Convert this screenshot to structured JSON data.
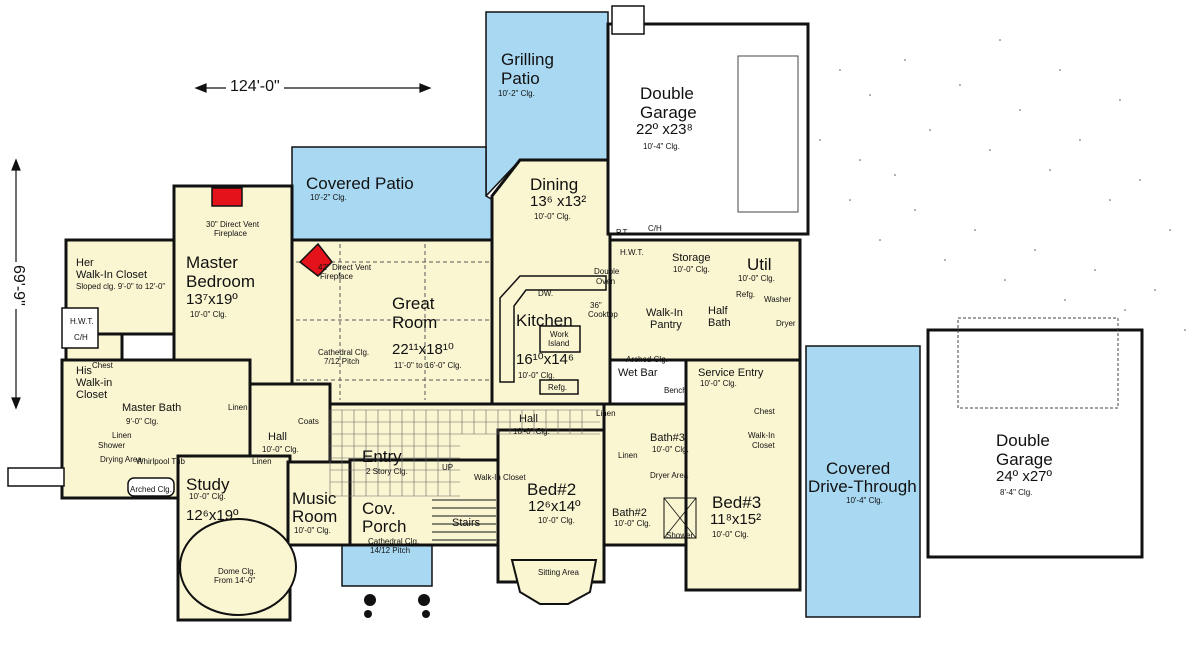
{
  "colors": {
    "room_fill": "#fbf6d2",
    "patio_fill": "#a9d9f2",
    "garage_fill": "#ffffff",
    "wall": "#111111",
    "fireplace": "#e3121b"
  },
  "overall": {
    "width": "124'-0\"",
    "depth": "69'-9\""
  },
  "rooms": {
    "grilling_patio": {
      "name1": "Grilling",
      "name2": "Patio",
      "clg": "10'-2\" Clg."
    },
    "covered_patio": {
      "name": "Covered Patio",
      "clg": "10'-2\" Clg."
    },
    "double_garage_top": {
      "name1": "Double",
      "name2": "Garage",
      "size": "22º x23⁸",
      "clg": "10'-4\" Clg."
    },
    "dining": {
      "name": "Dining",
      "size": "13⁶ x13²",
      "clg": "10'-0\" Clg."
    },
    "master_bedroom": {
      "name1": "Master",
      "name2": "Bedroom",
      "size": "13⁷x19º",
      "clg": "10'-0\" Clg.",
      "fireplace": "30\" Direct Vent",
      "fireplace2": "Fireplace"
    },
    "her_closet": {
      "name1": "Her",
      "name2": "Walk-In Closet",
      "clg": "Sloped clg. 9'-0\" to 12'-0\""
    },
    "great_room": {
      "name1": "Great",
      "name2": "Room",
      "size": "22¹¹x18¹⁰",
      "clg": "11'-0\" to 16'-0\" Clg.",
      "fireplace": "42\" Direct Vent",
      "fireplace2": "Fireplace",
      "cathedral": "Cathedral Clg.",
      "pitch": "7/12 Pitch"
    },
    "kitchen": {
      "name": "Kitchen",
      "size": "16¹⁰x14⁶",
      "clg": "10'-0\" Clg.",
      "island1": "Work",
      "island2": "Island",
      "dw": "DW.",
      "cooktop1": "36\"",
      "cooktop2": "Cooktop",
      "oven1": "Double",
      "oven2": "Oven",
      "refg": "Refg."
    },
    "storage": {
      "name": "Storage",
      "clg": "10'-0\" Clg."
    },
    "util": {
      "name": "Util",
      "clg": "10'-0\" Clg.",
      "refg": "Refg.",
      "washer": "Washer",
      "dryer": "Dryer"
    },
    "pantry": {
      "name1": "Walk-In",
      "name2": "Pantry"
    },
    "half_bath": {
      "name1": "Half",
      "name2": "Bath"
    },
    "his_closet": {
      "name1": "His",
      "name2": "Walk-in",
      "name3": "Closet",
      "chest": "Chest"
    },
    "master_bath": {
      "name": "Master Bath",
      "clg": "9'-0\" Clg.",
      "linen": "Linen",
      "shower": "Shower",
      "tub": "Whirlpool Tub",
      "drying": "Drying Area",
      "arched": "Arched Clg.",
      "hwt": "H.W.T.",
      "ch": "C/H"
    },
    "wet_bar": {
      "name": "Wet Bar",
      "arched": "Arched Clg."
    },
    "service_entry": {
      "name": "Service Entry",
      "clg": "10'-0\" Clg.",
      "bench": "Bench"
    },
    "hall_main": {
      "name": "Hall",
      "clg": "10'-0\" Clg.",
      "linen": "Linen"
    },
    "hall_left": {
      "name": "Hall",
      "clg": "10'-0\" Clg.",
      "linen": "Linen",
      "coats": "Coats"
    },
    "entry": {
      "name": "Entry",
      "clg": "2 Story Clg.",
      "up": "UP",
      "walk_in_closet": "Walk-In Closet"
    },
    "study": {
      "name": "Study",
      "size": "12⁶x19º",
      "clg": "10'-0\" Clg.",
      "dome": "Dome Clg.",
      "dome2": "From 14'-0\""
    },
    "music_room": {
      "name1": "Music",
      "name2": "Room",
      "clg": "10'-0\" Clg."
    },
    "cov_porch": {
      "name1": "Cov.",
      "name2": "Porch",
      "clg": "Cathedral Clg.",
      "pitch": "14/12 Pitch"
    },
    "stairs": {
      "name": "Stairs"
    },
    "bed2": {
      "name": "Bed#2",
      "size": "12⁶x14º",
      "clg": "10'-0\" Clg.",
      "sitting": "Sitting Area"
    },
    "bath3": {
      "name": "Bath#3",
      "clg": "10'-0\" Clg.",
      "dryer": "Dryer Area",
      "linen": "Linen"
    },
    "bath2": {
      "name": "Bath#2",
      "clg": "10'-0\" Clg.",
      "shower": "Shower"
    },
    "bed3": {
      "name": "Bed#3",
      "size": "11⁸x15²",
      "clg": "10'-0\" Clg.",
      "closet1": "Walk-In",
      "closet2": "Closet",
      "chest": "Chest"
    },
    "covered_drive": {
      "name1": "Covered",
      "name2": "Drive-Through",
      "clg": "10'-4\" Clg."
    },
    "double_garage_right": {
      "name1": "Double",
      "name2": "Garage",
      "size": "24º x27º",
      "clg": "8'-4\" Clg."
    },
    "mech": {
      "pt": "P.T.",
      "ch": "C/H",
      "hwt": "H.W.T."
    }
  }
}
